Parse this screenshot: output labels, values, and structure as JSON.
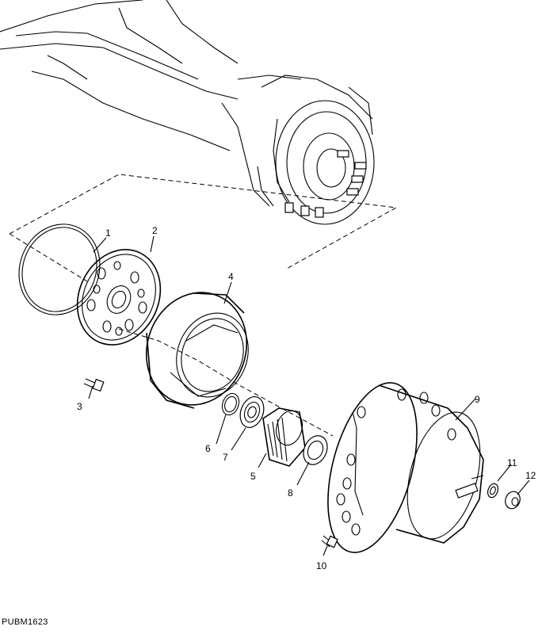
{
  "document_code": "PUBM1623",
  "callouts": [
    {
      "id": "callout-1",
      "text": "1"
    },
    {
      "id": "callout-2",
      "text": "2"
    },
    {
      "id": "callout-3",
      "text": "3"
    },
    {
      "id": "callout-4",
      "text": "4"
    },
    {
      "id": "callout-5",
      "text": "5"
    },
    {
      "id": "callout-6",
      "text": "6"
    },
    {
      "id": "callout-7",
      "text": "7"
    },
    {
      "id": "callout-8",
      "text": "8"
    },
    {
      "id": "callout-9",
      "text": "9"
    },
    {
      "id": "callout-10",
      "text": "10"
    },
    {
      "id": "callout-11",
      "text": "11"
    },
    {
      "id": "callout-12",
      "text": "12"
    }
  ]
}
